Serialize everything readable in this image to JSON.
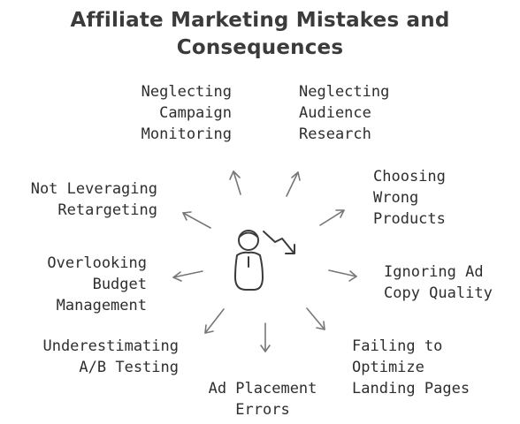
{
  "title": {
    "line1": "Affiliate Marketing Mistakes and",
    "line2": "Consequences"
  },
  "center_icon": "person-with-declining-chart-icon",
  "colors": {
    "text": "#2e2e2e",
    "arrow": "#777777",
    "icon": "#3b3b3b"
  },
  "items": [
    {
      "lines": [
        "Neglecting",
        "Campaign",
        "Monitoring"
      ]
    },
    {
      "lines": [
        "Neglecting",
        "Audience",
        "Research"
      ]
    },
    {
      "lines": [
        "Choosing",
        "Wrong",
        "Products"
      ]
    },
    {
      "lines": [
        "Ignoring Ad",
        "Copy Quality"
      ]
    },
    {
      "lines": [
        "Failing to",
        "Optimize",
        "Landing Pages"
      ]
    },
    {
      "lines": [
        "Ad Placement",
        "Errors"
      ]
    },
    {
      "lines": [
        "Underestimating",
        "A/B Testing"
      ]
    },
    {
      "lines": [
        "Overlooking",
        "Budget",
        "Management"
      ]
    },
    {
      "lines": [
        "Not Leveraging",
        "Retargeting"
      ]
    }
  ]
}
